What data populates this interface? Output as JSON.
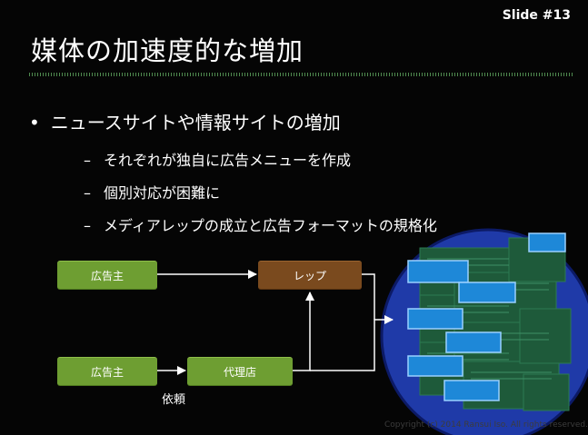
{
  "slide": {
    "number_label": "Slide #13",
    "title": "媒体の加速度的な増加",
    "bullet": {
      "marker": "•",
      "text": "ニュースサイトや情報サイトの増加"
    },
    "sub_bullets": [
      {
        "marker": "–",
        "text": "それぞれが独自に広告メニューを作成"
      },
      {
        "marker": "–",
        "text": "個別対応が困難に"
      },
      {
        "marker": "–",
        "text": "メディアレップの成立と広告フォーマットの規格化"
      }
    ]
  },
  "diagram": {
    "advertiser_top": "広告主",
    "rep": "レップ",
    "advertiser_bottom": "広告主",
    "agency": "代理店",
    "request_label": "依頼",
    "colors": {
      "advertiser": "#6e9e32",
      "rep": "#7a4a1e",
      "media_circle": "#1f3aa8",
      "media_card_back": "#1e5a3a",
      "media_card_front": "#1e88d8",
      "arrow": "#ffffff"
    }
  },
  "footer": {
    "copyright": "Copyright (c) 2014 Ransui Iso. All rights reserved."
  }
}
